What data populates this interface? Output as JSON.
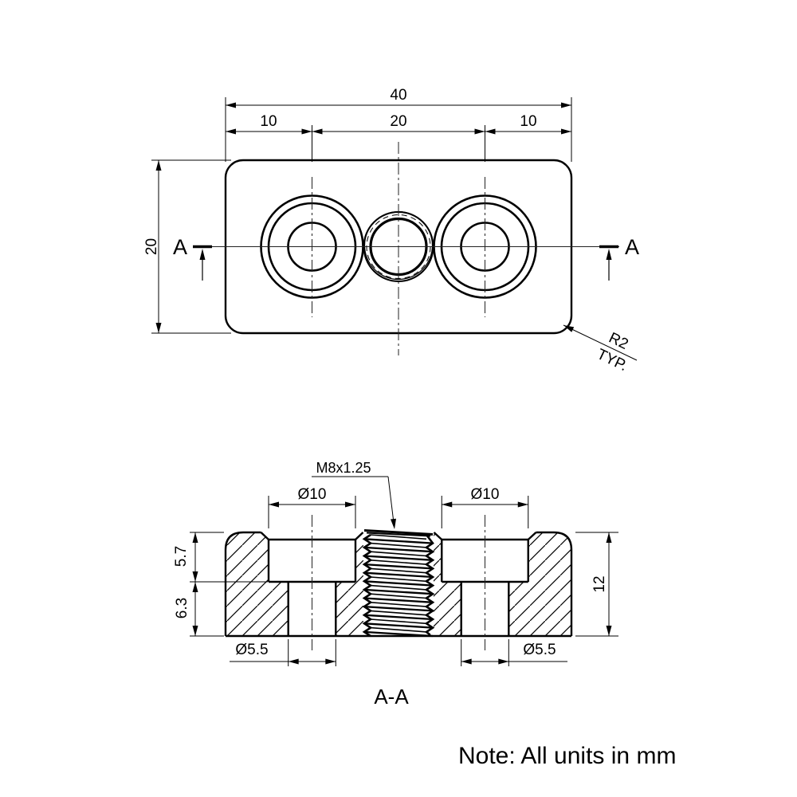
{
  "note": "Note: All units in mm",
  "section_title": "A-A",
  "top_view": {
    "dim_overall_width": "40",
    "dim_left_offset": "10",
    "dim_center_span": "20",
    "dim_right_offset": "10",
    "dim_height": "20",
    "cut_label_left": "A",
    "cut_label_right": "A",
    "radius_label": "R2",
    "radius_qualifier": "TYP."
  },
  "section_view": {
    "thread_callout": "M8x1.25",
    "cbore_dia_left": "Ø10",
    "cbore_dia_right": "Ø10",
    "cbore_depth": "5.7",
    "drill_depth": "6.3",
    "overall_height": "12",
    "hole_dia_left": "Ø5.5",
    "hole_dia_right": "Ø5.5"
  }
}
